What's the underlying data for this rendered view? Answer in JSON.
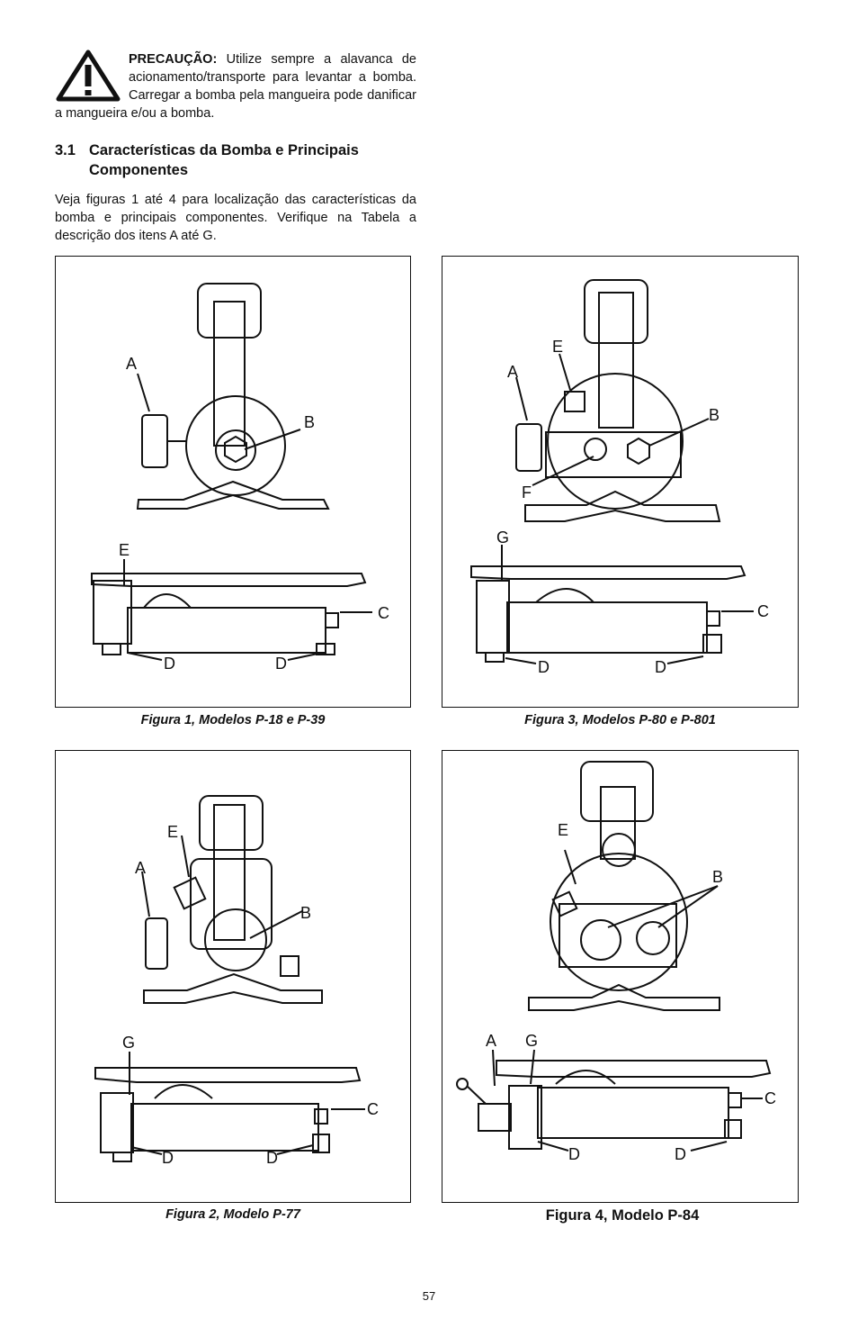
{
  "caution": {
    "heading": "PRECAUÇÃO:",
    "text": " Utilize sempre a alavanca de acionamento/transporte para levantar a bomba. Carregar a bomba pela mangueira pode danificar a mangueira e/ou a bomba."
  },
  "section": {
    "number": "3.1",
    "title_line1": "Características da Bomba e Principais",
    "title_line2": "Componentes",
    "intro": "Veja figuras 1 até 4 para localização das características da bomba e principais componentes. Verifique na Tabela a descrição dos itens A até G."
  },
  "figures": [
    {
      "caption": "Figura 1, Modelos P-18 e P-39",
      "labels": [
        "A",
        "B",
        "E",
        "C",
        "D",
        "D"
      ]
    },
    {
      "caption": "Figura 3, Modelos P-80 e P-801",
      "labels": [
        "E",
        "A",
        "B",
        "F",
        "G",
        "C",
        "D",
        "D"
      ]
    },
    {
      "caption": "Figura 2, Modelo P-77",
      "labels": [
        "E",
        "A",
        "B",
        "G",
        "C",
        "D",
        "D"
      ]
    },
    {
      "caption": "Figura 4, Modelo P-84",
      "labels": [
        "E",
        "B",
        "A",
        "G",
        "C",
        "D",
        "D"
      ]
    }
  ],
  "page_number": "57",
  "icons": {
    "caution": "warning-triangle-icon"
  }
}
